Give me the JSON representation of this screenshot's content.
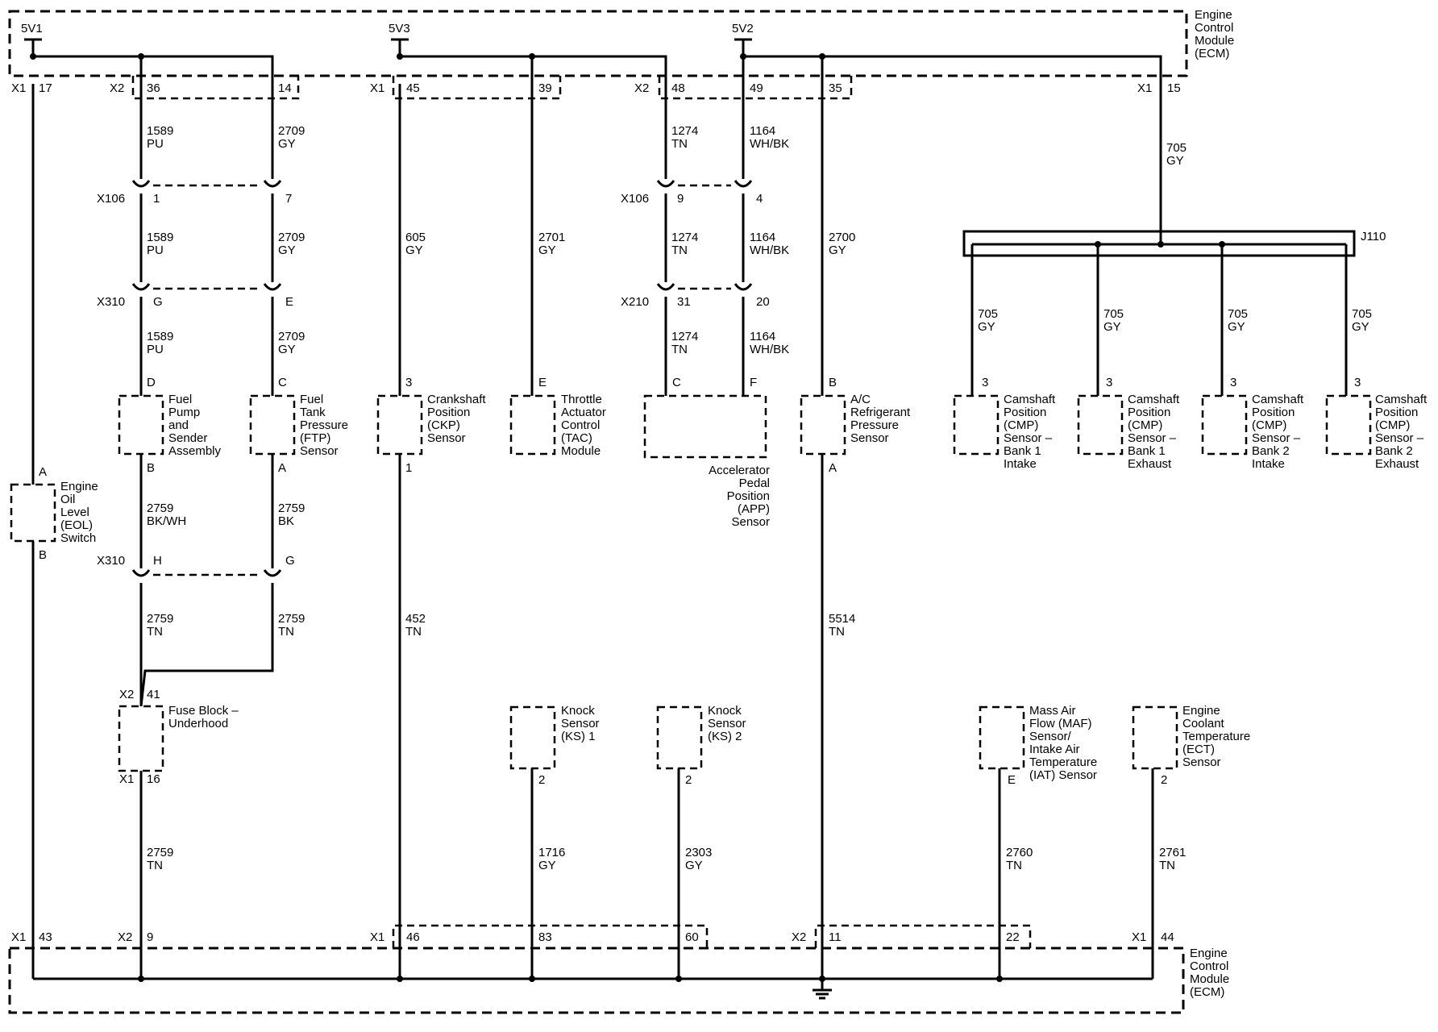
{
  "modules": {
    "ecm_top": [
      "Engine",
      "Control",
      "Module",
      "(ECM)"
    ],
    "ecm_bottom": [
      "Engine",
      "Control",
      "Module",
      "(ECM)"
    ]
  },
  "power": {
    "v1": "5V1",
    "v3": "5V3",
    "v2": "5V2"
  },
  "connectors": {
    "x1": "X1",
    "x2": "X2",
    "x106": "X106",
    "x310": "X310",
    "x210": "X210",
    "j110": "J110"
  },
  "pins_top": {
    "p17": "17",
    "p36": "36",
    "p14": "14",
    "p45": "45",
    "p39": "39",
    "p48": "48",
    "p49": "49",
    "p35": "35",
    "p15": "15"
  },
  "inline_pins": {
    "x106_1": "1",
    "x106_7": "7",
    "x310_g": "G",
    "x310_e": "E",
    "x106_9": "9",
    "x106_4": "4",
    "x210_31": "31",
    "x210_20": "20",
    "x310_h": "H",
    "x310_g2": "G",
    "x2_41": "41",
    "x1_16": "16"
  },
  "comp_pins": {
    "fp_top": "D",
    "fp_bot": "B",
    "ftp_top": "C",
    "ftp_bot": "A",
    "ckp_top": "3",
    "ckp_bot": "1",
    "tac_top": "E",
    "app_c": "C",
    "app_f": "F",
    "ac_top": "B",
    "ac_bot": "A",
    "eol_top": "A",
    "eol_bot": "B",
    "cmp1_top": "3",
    "cmp2_top": "3",
    "cmp3_top": "3",
    "cmp4_top": "3",
    "ks1_bot": "2",
    "ks2_bot": "2",
    "maf_bot": "E",
    "ect_bot": "2"
  },
  "pins_bottom": {
    "p43": "43",
    "p9": "9",
    "p46": "46",
    "p83": "83",
    "p60": "60",
    "p11": "11",
    "p22": "22",
    "p44": "44"
  },
  "wires": {
    "w1589": "1589",
    "pu": "PU",
    "w2709": "2709",
    "gy": "GY",
    "w605": "605",
    "w2701": "2701",
    "w1274": "1274",
    "tn": "TN",
    "w1164": "1164",
    "whbk": "WH/BK",
    "w2700": "2700",
    "w705": "705",
    "w2759": "2759",
    "bkwh": "BK/WH",
    "bk": "BK",
    "w452": "452",
    "w5514": "5514",
    "w1716": "1716",
    "w2303": "2303",
    "w2760": "2760",
    "w2761": "2761"
  },
  "components": {
    "fuel_pump": [
      "Fuel",
      "Pump",
      "and",
      "Sender",
      "Assembly"
    ],
    "ftp": [
      "Fuel",
      "Tank",
      "Pressure",
      "(FTP)",
      "Sensor"
    ],
    "ckp": [
      "Crankshaft",
      "Position",
      "(CKP)",
      "Sensor"
    ],
    "tac": [
      "Throttle",
      "Actuator",
      "Control",
      "(TAC)",
      "Module"
    ],
    "app": [
      "Accelerator",
      "Pedal",
      "Position",
      "(APP)",
      "Sensor"
    ],
    "ac": [
      "A/C",
      "Refrigerant",
      "Pressure",
      "Sensor"
    ],
    "cmp1": [
      "Camshaft",
      "Position",
      "(CMP)",
      "Sensor –",
      "Bank 1",
      "Intake"
    ],
    "cmp2": [
      "Camshaft",
      "Position",
      "(CMP)",
      "Sensor –",
      "Bank 1",
      "Exhaust"
    ],
    "cmp3": [
      "Camshaft",
      "Position",
      "(CMP)",
      "Sensor –",
      "Bank 2",
      "Intake"
    ],
    "cmp4": [
      "Camshaft",
      "Position",
      "(CMP)",
      "Sensor –",
      "Bank 2",
      "Exhaust"
    ],
    "eol": [
      "Engine",
      "Oil",
      "Level",
      "(EOL)",
      "Switch"
    ],
    "fuse": [
      "Fuse Block –",
      "Underhood"
    ],
    "ks1": [
      "Knock",
      "Sensor",
      "(KS) 1"
    ],
    "ks2": [
      "Knock",
      "Sensor",
      "(KS) 2"
    ],
    "maf": [
      "Mass Air",
      "Flow (MAF)",
      "Sensor/",
      "Intake Air",
      "Temperature",
      "(IAT) Sensor"
    ],
    "ect": [
      "Engine",
      "Coolant",
      "Temperature",
      "(ECT)",
      "Sensor"
    ]
  }
}
